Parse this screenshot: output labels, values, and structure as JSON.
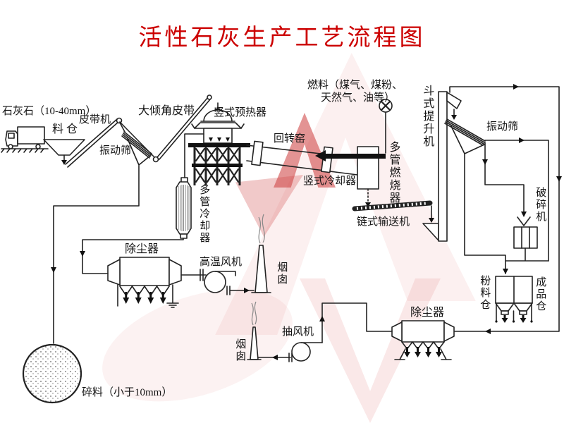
{
  "title": "活性石灰生产工艺流程图",
  "colors": {
    "title_red": "#cc0000",
    "line": "#222222",
    "watermark_red": "#c83c3c",
    "watermark_pink": "#f0c8c8"
  },
  "labels": {
    "limestone": "石灰石（10-40mm）",
    "silo": "料 仓",
    "belt_conveyor": "皮带机",
    "vibrating_screen_1": "振动筛",
    "incline_belt": "大倾角皮带",
    "preheater": "竖式预热器",
    "rotary_kiln": "回转窑",
    "fuel_line1": "燃料（煤气、煤粉、",
    "fuel_line2": "天然气、油等）",
    "burner": "多管燃烧器",
    "vertical_cooler": "竖式冷却器",
    "chain_conveyor": "链式输送机",
    "bucket_elevator": "斗式提升机",
    "vibrating_screen_2": "振动筛",
    "crusher": "破碎机",
    "powder_silo": "粉料仓",
    "product_silo": "成品仓",
    "multi_tube_cooler": "多管冷却器",
    "dust_collector_1": "除尘器",
    "ht_fan": "高温风机",
    "chimney_1": "烟囱",
    "dust_collector_2": "除尘器",
    "exhaust_fan": "抽风机",
    "chimney_2": "烟囱",
    "crushed_material": "碎料（小于10mm）"
  }
}
